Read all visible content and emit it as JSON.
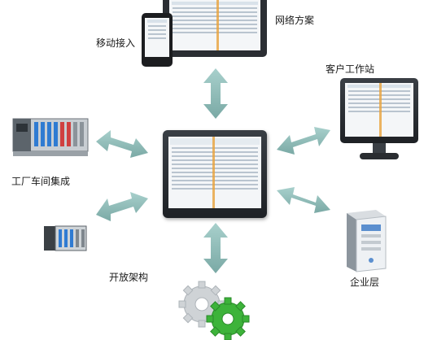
{
  "diagram": {
    "nodes": {
      "network": "网络方案",
      "mobile": "移动接入",
      "client": "客户工作站",
      "factory": "工厂车间集成",
      "open": "开放架构",
      "enterprise": "企业层"
    }
  },
  "colors": {
    "arrow": "#8fbcb8",
    "arrow_dark": "#7aa9a5",
    "monitor_bezel": "#2a2e33",
    "screen_bg": "#f4f6f8",
    "accent_orange": "#e9a23b",
    "gear_green": "#3db33a",
    "gear_gray": "#cfd3d6",
    "server_blue": "#5b8fcf"
  }
}
